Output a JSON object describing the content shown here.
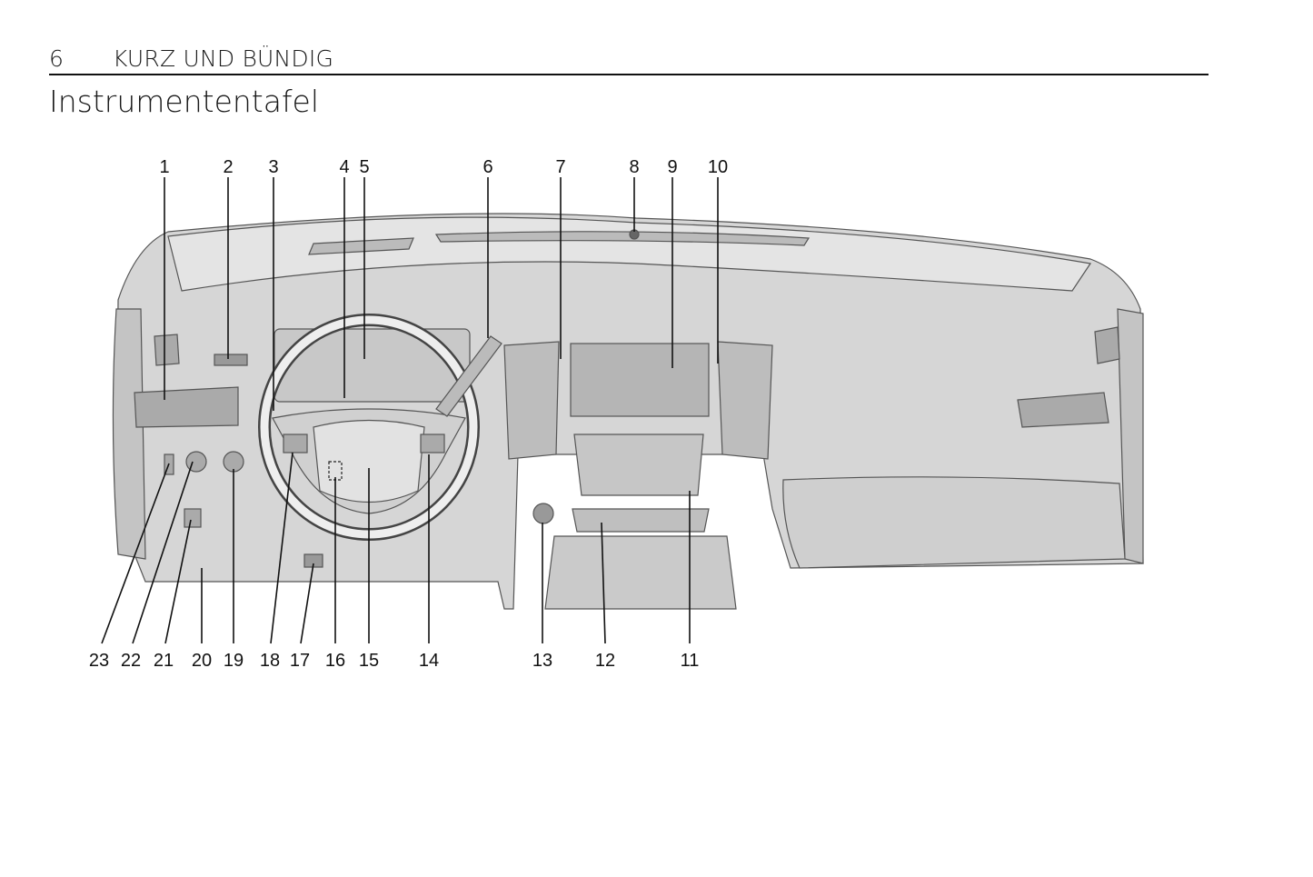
{
  "header": {
    "page_number": "6",
    "section": "KURZ UND BÜNDIG"
  },
  "title": "Instrumententafel",
  "figure": {
    "top_callouts": [
      "1",
      "2",
      "3",
      "4",
      "5",
      "6",
      "7",
      "8",
      "9",
      "10"
    ],
    "bottom_callouts": [
      "23",
      "22",
      "21",
      "20",
      "19",
      "18",
      "17",
      "16",
      "15",
      "14",
      "13",
      "12",
      "11"
    ]
  }
}
